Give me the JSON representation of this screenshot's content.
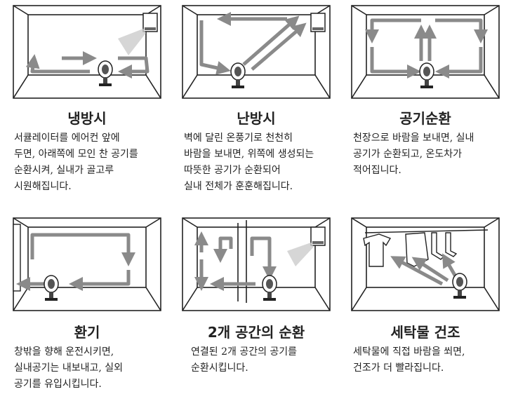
{
  "panels": [
    {
      "title": "냉방시",
      "lines": [
        "서큘레이터를 에어컨 앞에",
        "두면, 아래쪽에 모인 찬 공기를",
        "순환시켜, 실내가 골고루",
        "시원해집니다."
      ]
    },
    {
      "title": "난방시",
      "lines": [
        "벽에 달린 온풍기로 천천히",
        "바람을 보내면, 위쪽에 생성되는",
        "따뜻한 공기가 순환되어",
        "실내 전체가 훈훈해집니다."
      ]
    },
    {
      "title": "공기순환",
      "lines": [
        "천장으로 바람을 보내면, 실내",
        "공기가 순환되고, 온도차가",
        "적어집니다."
      ]
    },
    {
      "title": "환기",
      "lines": [
        "창밖을 향해 운전시키면,",
        "실내공기는 내보내고, 실외",
        "공기를 유입시킵니다."
      ]
    },
    {
      "title": "2개 공간의 순환",
      "lines": [
        "연결된 2개 공간의 공기를",
        "순환시킵니다."
      ]
    },
    {
      "title": "세탁물 건조",
      "lines": [
        "세탁물에 직접 바람을 쐬면,",
        "건조가 더 빨라집니다."
      ]
    }
  ]
}
